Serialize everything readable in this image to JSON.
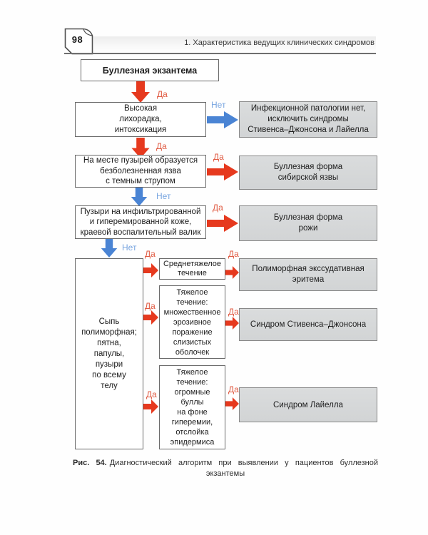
{
  "page": {
    "number": "98",
    "header_title": "1. Характеристика ведущих клинических синдромов"
  },
  "colors": {
    "arrow-red": "#e6391e",
    "arrow-blue": "#4a84d4",
    "label-red": "#e05a42",
    "label-blue": "#78a5e0",
    "result-bg": "#d2d4d5",
    "box-border": "#6a6a6a"
  },
  "flowchart": {
    "yes_label": "Да",
    "no_label": "Нет",
    "start": "Буллезная экзантема",
    "decisions": {
      "fever": "Высокая\nлихорадка,\nинтоксикация",
      "ulcer": "На месте пузырей образуется\nбезболезненная язва\nс темным струпом",
      "skin": "Пузыри на инфильтрированной\nи гиперемированной коже,\nкраевой воспалительный валик",
      "rash": "Сыпь\nполиморфная;\nпятна,\nпапулы,\nпузыри\nпо всему\nтелу",
      "moderate": "Среднетяжелое\nтечение",
      "severe_mucosa": "Тяжелое\nтечение:\nмножественное\nэрозивное\nпоражение\nслизистых\nоболочек",
      "severe_bullae": "Тяжелое\nтечение:\nогромные\nбуллы\nна фоне\nгиперемии,\nотслойка\nэпидермиса"
    },
    "results": {
      "no_infection": "Инфекционной патологии нет,\nисключить синдромы\nСтивенса–Джонсона и Лайелла",
      "anthrax": "Буллезная форма\nсибирской язвы",
      "erysipelas": "Буллезная форма\nрожи",
      "erythema": "Полиморфная экссудативная\nэритема",
      "stevens_johnson": "Синдром Стивенса–Джонсона",
      "lyell": "Синдром Лайелла"
    }
  },
  "caption": {
    "prefix": "Рис. 54.",
    "line1": "Диагностический алгоритм при выявлении у пациентов буллезной",
    "line2": "экзантемы"
  }
}
